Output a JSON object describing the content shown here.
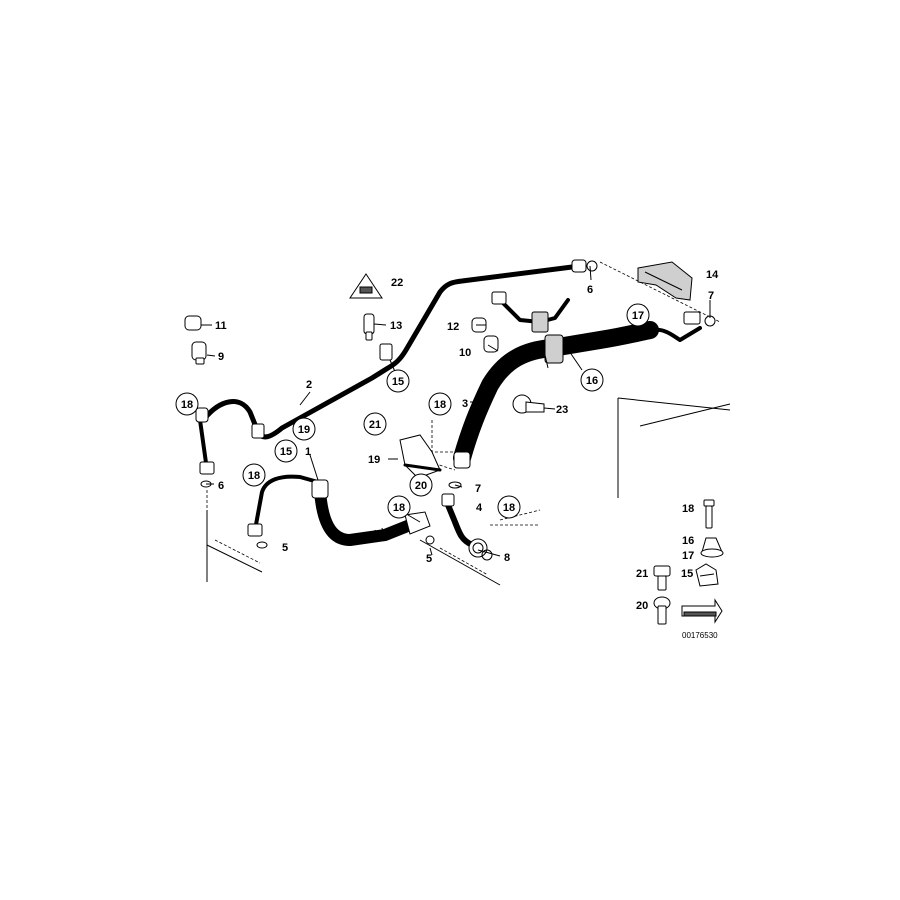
{
  "diagram": {
    "drawing_number": "00176530",
    "labels": {
      "n1": "1",
      "n2": "2",
      "n3": "3",
      "n4": "4",
      "n5a": "5",
      "n5b": "5",
      "n6a": "6",
      "n6b": "6",
      "n7a": "7",
      "n7b": "7",
      "n8": "8",
      "n9": "9",
      "n10": "10",
      "n11": "11",
      "n12": "12",
      "n13": "13",
      "n14": "14",
      "n15a": "15",
      "n15b": "15",
      "n16": "16",
      "n17": "17",
      "n18a": "18",
      "n18b": "18",
      "n18c": "18",
      "n18d": "18",
      "n18e": "18",
      "n19a": "19",
      "n19b": "19",
      "n20": "20",
      "n21": "21",
      "n22": "22",
      "n23": "23"
    },
    "legend": {
      "l18": "18",
      "l16": "16",
      "l17": "17",
      "l21": "21",
      "l15": "15",
      "l20": "20"
    }
  }
}
